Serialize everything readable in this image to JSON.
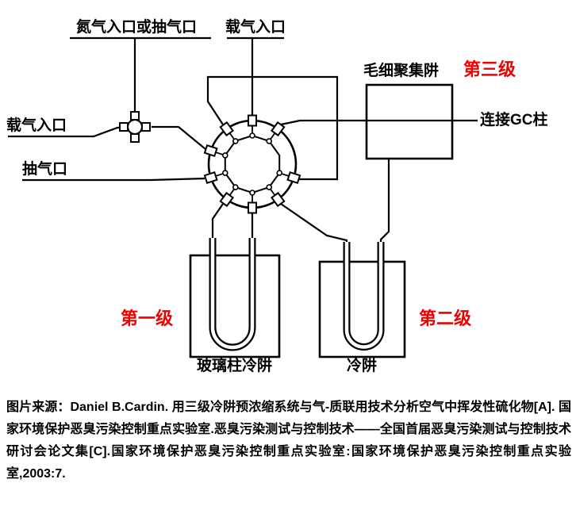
{
  "diagram": {
    "labels": {
      "nitrogen_inlet": "氮气入口或抽气口",
      "carrier_gas_top": "载气入口",
      "carrier_gas_left": "载气入口",
      "pump_port": "抽气口",
      "capillary_trap": "毛细聚集阱",
      "stage_three": "第三级",
      "connect_gc": "连接GC柱",
      "stage_one": "第一级",
      "stage_two": "第二级",
      "glass_column_trap": "玻璃柱冷阱",
      "cold_trap": "冷阱"
    },
    "colors": {
      "line": "#000000",
      "stage_label": "#ee0000",
      "background": "#ffffff"
    }
  },
  "caption": {
    "source": "图片来源：Daniel B.Cardin. 用三级冷阱预浓缩系统与气-质联用技术分析空气中挥发性硫化物[A]. 国家环境保护恶臭污染控制重点实验室.恶臭污染测试与控制技术——全国首届恶臭污染测试与控制技术研讨会论文集[C].国家环境保护恶臭污染控制重点实验室:国家环境保护恶臭污染控制重点实验室,2003:7."
  }
}
